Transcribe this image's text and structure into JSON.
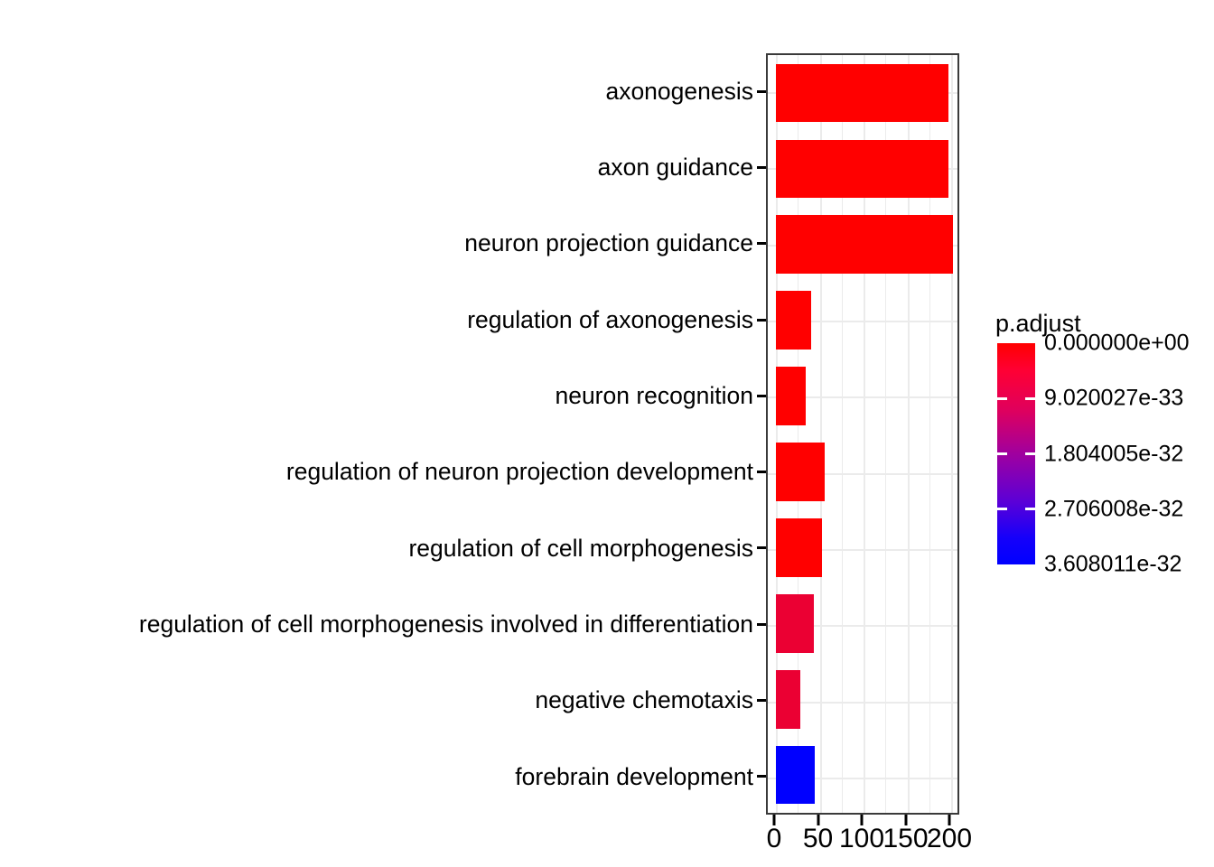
{
  "chart_data": {
    "type": "bar",
    "orientation": "horizontal",
    "title": "",
    "xlabel": "",
    "ylabel": "",
    "xlim": [
      0,
      220
    ],
    "grid": true,
    "categories": [
      "axonogenesis",
      "axon guidance",
      "neuron projection guidance",
      "regulation of axonogenesis",
      "neuron recognition",
      "regulation of neuron projection development",
      "regulation of cell morphogenesis",
      "regulation of cell morphogenesis involved in differentiation",
      "negative chemotaxis",
      "forebrain development"
    ],
    "values": [
      197,
      197,
      202,
      40,
      34,
      56,
      53,
      43,
      28,
      44
    ],
    "colors": [
      "#ff0000",
      "#ff0000",
      "#ff0000",
      "#ff0000",
      "#ff0000",
      "#ff0000",
      "#ff0000",
      "#eb0033",
      "#eb0033",
      "#0000ff"
    ],
    "xticks": [
      {
        "value": 0,
        "label": "0"
      },
      {
        "value": 50,
        "label": "50"
      },
      {
        "value": 100,
        "label": "100"
      },
      {
        "value": 150,
        "label": "150"
      },
      {
        "value": 200,
        "label": "200"
      }
    ],
    "gridlines_x": [
      0,
      25,
      50,
      75,
      100,
      125,
      150,
      175,
      200
    ],
    "legend": {
      "title": "p.adjust",
      "position": "right",
      "ticks": [
        {
          "label": "0.000000e+00",
          "value": 0
        },
        {
          "label": "9.020027e-33",
          "value": 9.020027e-33
        },
        {
          "label": "1.804005e-32",
          "value": 1.804005e-32
        },
        {
          "label": "2.706008e-32",
          "value": 2.706008e-32
        },
        {
          "label": "3.608011e-32",
          "value": 3.608011e-32
        }
      ],
      "color_high": "#ff0000",
      "color_low": "#0000ff"
    }
  }
}
